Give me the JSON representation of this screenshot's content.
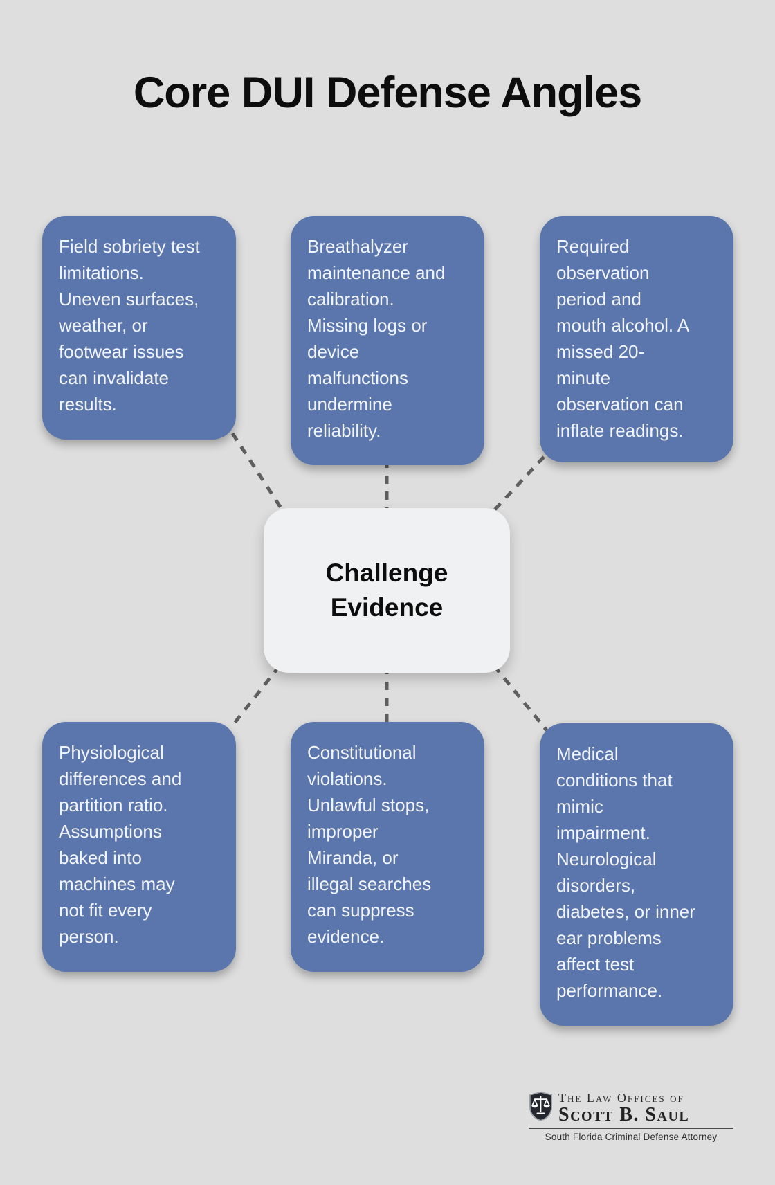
{
  "title": "Core DUI Defense Angles",
  "center_node": {
    "lines": [
      "Challenge",
      "Evidence"
    ]
  },
  "boxes": [
    {
      "id": "field-sobriety-tests",
      "lines": [
        "Field sobriety test",
        "limitations.",
        "Uneven surfaces,",
        "weather, or",
        "footwear issues",
        "can invalidate",
        "results."
      ]
    },
    {
      "id": "breathalyzer-maintenance",
      "lines": [
        "Breathalyzer",
        "maintenance and",
        "calibration.",
        "Missing logs or",
        "device",
        "malfunctions",
        "undermine",
        "reliability."
      ]
    },
    {
      "id": "observation-period",
      "lines": [
        "Required",
        "observation",
        "period and",
        "mouth alcohol. A",
        "missed 20-",
        "minute",
        "observation can",
        "inflate readings."
      ]
    },
    {
      "id": "physiological-differences",
      "lines": [
        "Physiological",
        "differences and",
        "partition ratio.",
        "Assumptions",
        "baked into",
        "machines may",
        "not fit every",
        "person."
      ]
    },
    {
      "id": "constitutional-violations",
      "lines": [
        "Constitutional",
        "violations.",
        "Unlawful stops,",
        "improper",
        "Miranda, or",
        "illegal searches",
        "can suppress",
        "evidence."
      ]
    },
    {
      "id": "medical-conditions",
      "lines": [
        "Medical",
        "conditions that",
        "mimic",
        "impairment.",
        "Neurological",
        "disorders,",
        "diabetes, or inner",
        "ear problems",
        "affect test",
        "performance."
      ]
    }
  ],
  "footer_logo": {
    "icon": "scales-of-justice-shield-icon",
    "firm_line1": "The Law Offices of",
    "firm_line2": "Scott B. Saul",
    "tagline": "South Florida Criminal Defense Attorney"
  },
  "colors": {
    "background": "#dedede",
    "box_blue": "#5b76ad",
    "box_text": "#f1f4f9",
    "center_node_bg": "#f0f1f3",
    "title_text": "#0d0d0d",
    "connector_gray": "#5f5f5f"
  }
}
